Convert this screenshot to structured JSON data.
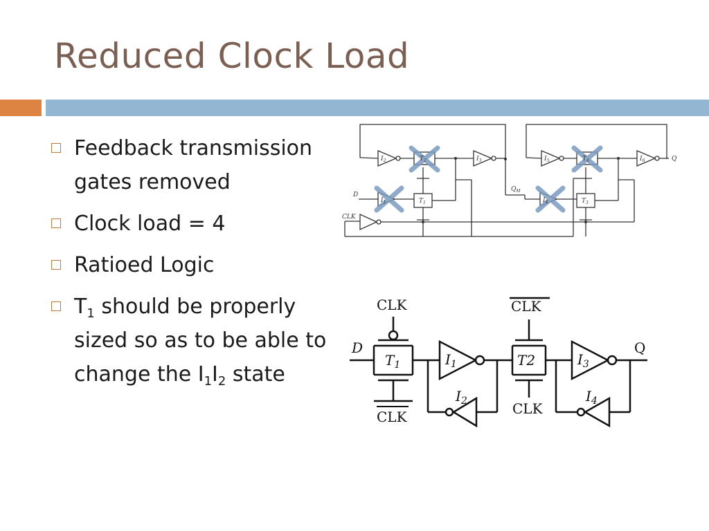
{
  "title": "Reduced Clock Load",
  "bullets": [
    {
      "parts": [
        "Feedback transmission gates removed"
      ]
    },
    {
      "parts": [
        "Clock load = 4"
      ]
    },
    {
      "parts": [
        "Ratioed Logic"
      ]
    },
    {
      "parts": [
        "T",
        "1",
        " should be properly sized so as to be able to change the I",
        "1",
        "I",
        "2",
        " state"
      ]
    }
  ],
  "top_diagram": {
    "labels": {
      "i2": "I",
      "i2_sub": "2",
      "t2": "T",
      "t2_sub": "2",
      "i3": "I",
      "i3_sub": "3",
      "i5": "I",
      "i5_sub": "5",
      "t4": "T",
      "t4_sub": "4",
      "i6": "I",
      "i6_sub": "6",
      "q": "Q",
      "d": "D",
      "i1": "I",
      "i1_sub": "1",
      "t1": "T",
      "t1_sub": "1",
      "qm": "Q",
      "qm_sub": "M",
      "i4": "I",
      "i4_sub": "4",
      "t3": "T",
      "t3_sub": "3",
      "clk": "CLK"
    },
    "removed_color": "#7c9cc0"
  },
  "bottom_diagram": {
    "labels": {
      "clk_top_left": "CLK",
      "clk_bottom_left": "CLK",
      "clk_top_right": "CLK",
      "clk_bottom_right": "CLK",
      "d": "D",
      "t1": "T",
      "t1_sub": "1",
      "i1": "I",
      "i1_sub": "1",
      "i2": "I",
      "i2_sub": "2",
      "t2": "T2",
      "i3": "I",
      "i3_sub": "3",
      "i4": "I",
      "i4_sub": "4",
      "q": "Q"
    }
  }
}
